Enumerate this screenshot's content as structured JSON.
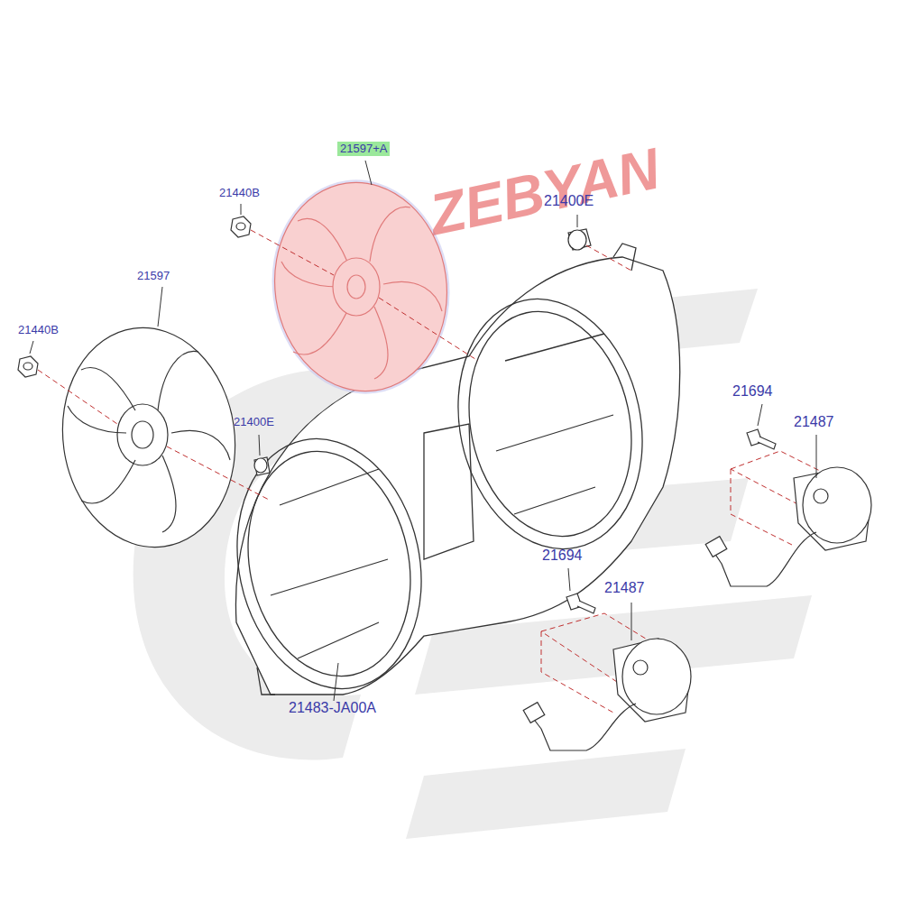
{
  "diagram": {
    "nodes": [
      {
        "text": [
          "21597+A"
        ]
      }
    ],
    "labels": [
      "ZEBYAN",
      "21440B",
      "21597",
      "21440B",
      "21400E",
      "21400E",
      "21694",
      "21487",
      "21694",
      "21487",
      "21483-JA00A"
    ]
  }
}
